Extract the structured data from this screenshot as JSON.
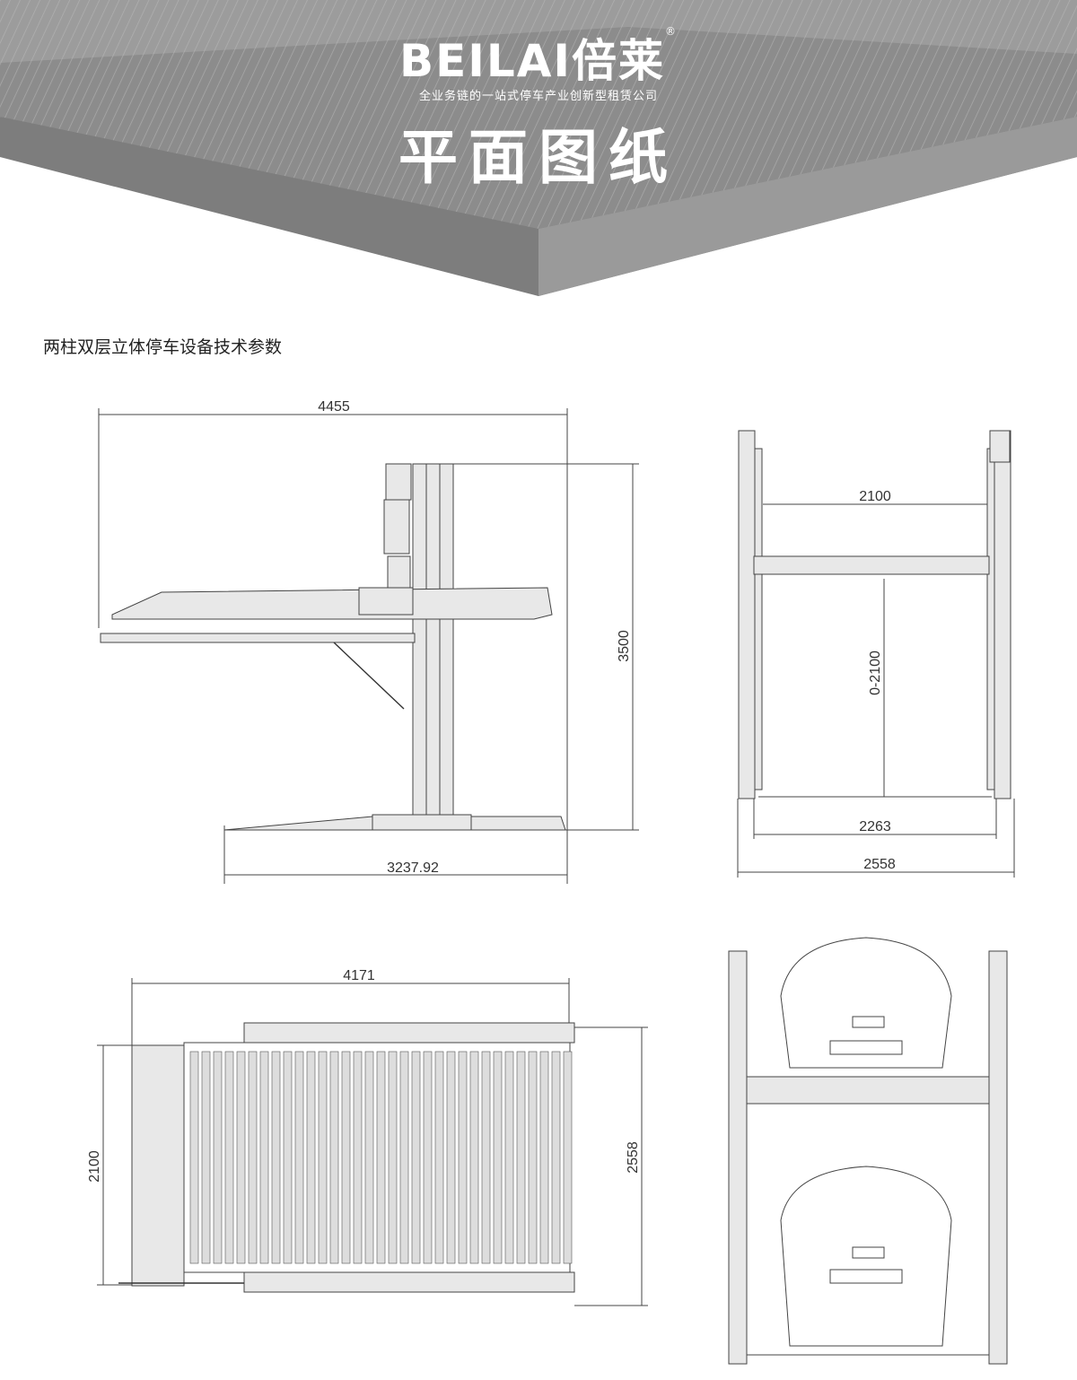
{
  "header": {
    "brand": "BEILAI倍莱",
    "registered": "®",
    "slogan": "全业务链的一站式停车产业创新型租赁公司",
    "title": "平面图纸"
  },
  "subtitle": "两柱双层立体停车设备技术参数",
  "side_view": {
    "overall_length": "4455",
    "height": "3500",
    "base_length": "3237.92"
  },
  "front_view": {
    "clear_width": "2100",
    "lift_height": "0-2100",
    "platform_width": "2263",
    "overall_width": "2558"
  },
  "plan_view": {
    "length": "4171",
    "platform_width": "2100",
    "overall_width": "2558"
  },
  "colors": {
    "header_gray": "#8c8c8c",
    "header_light": "#b5b5b5",
    "line": "#444444"
  }
}
